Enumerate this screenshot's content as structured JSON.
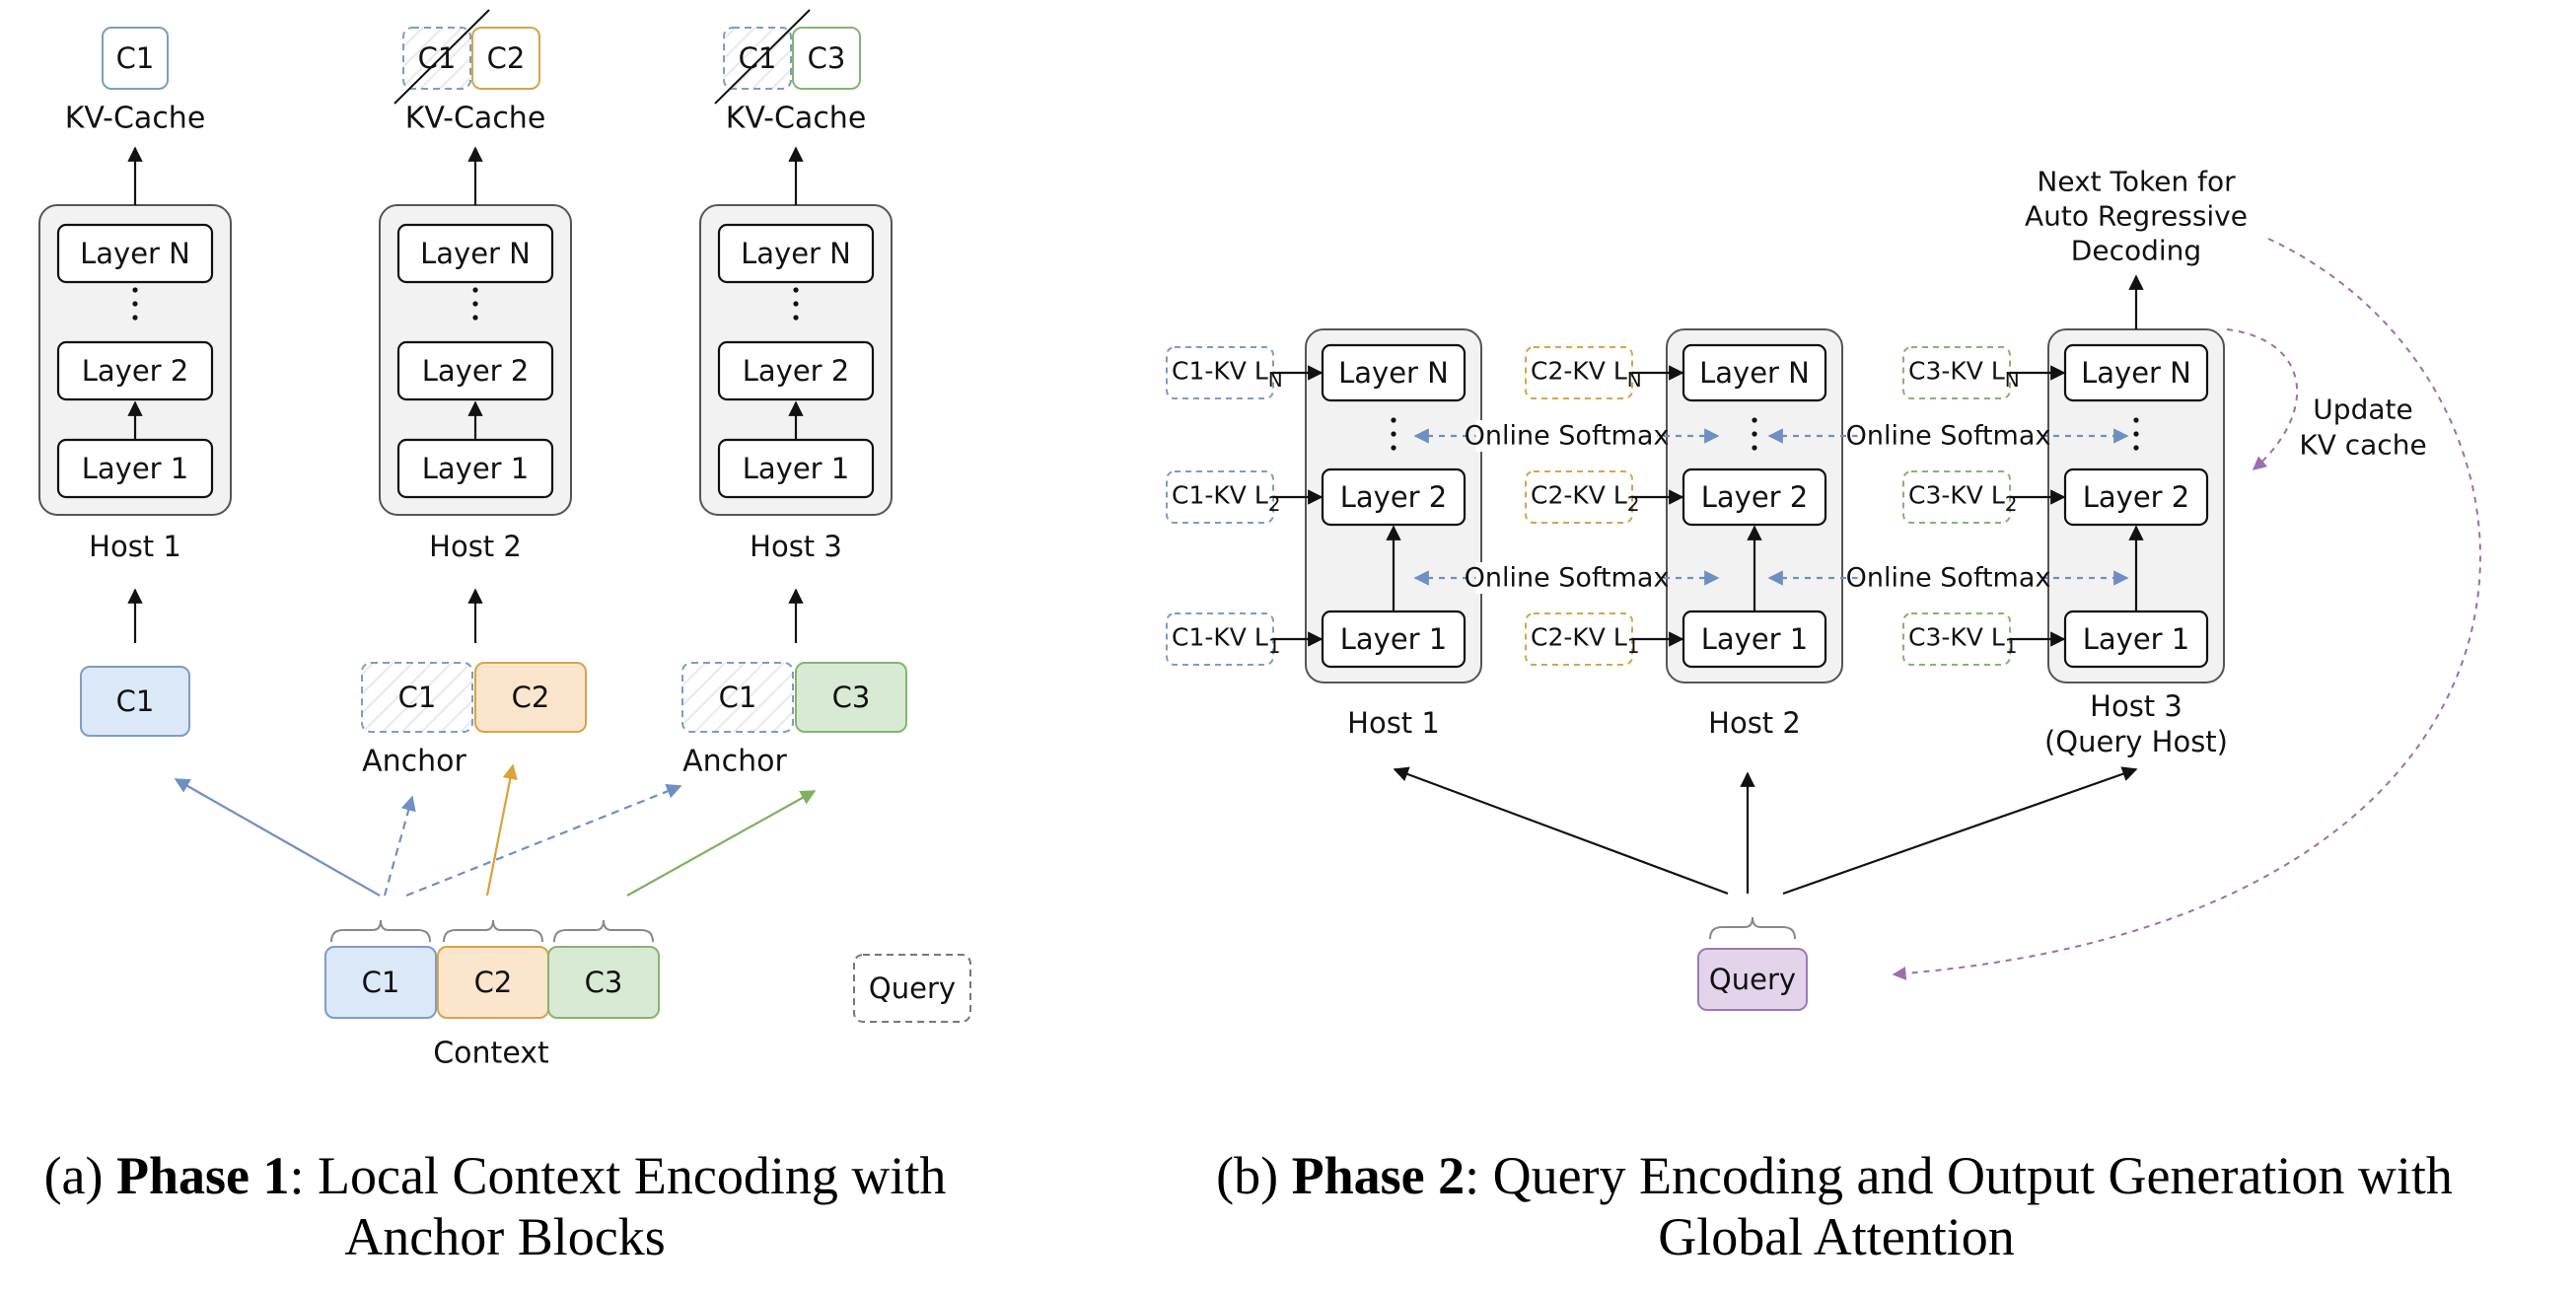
{
  "colors": {
    "c1_fill": "#dbe8f8",
    "c1_stroke": "#7d9cc7",
    "c2_fill": "#fbe5cc",
    "c2_stroke": "#d7a44a",
    "c3_fill": "#d8ead3",
    "c3_stroke": "#86b46f",
    "query_fill": "#e3d4ec",
    "query_stroke": "#9b7bb0",
    "softmax_text": "#6c3fd6"
  },
  "phase1": {
    "hosts": [
      {
        "name": "Host 1",
        "kv_label": "KV-Cache",
        "kv_blocks": [
          "C1"
        ],
        "input_blocks": [
          "C1"
        ],
        "anchor_label": ""
      },
      {
        "name": "Host 2",
        "kv_label": "KV-Cache",
        "kv_blocks": [
          "C1",
          "C2"
        ],
        "input_blocks": [
          "C1",
          "C2"
        ],
        "anchor_label": "Anchor"
      },
      {
        "name": "Host 3",
        "kv_label": "KV-Cache",
        "kv_blocks": [
          "C1",
          "C3"
        ],
        "input_blocks": [
          "C1",
          "C3"
        ],
        "anchor_label": "Anchor"
      }
    ],
    "layers": [
      "Layer N",
      "Layer 2",
      "Layer 1"
    ],
    "context_blocks": [
      "C1",
      "C2",
      "C3"
    ],
    "context_label": "Context",
    "query_label": "Query"
  },
  "phase2": {
    "hosts": [
      {
        "name": "Host 1",
        "subname": "",
        "kv": [
          "C1-KV L",
          "C1-KV L",
          "C1-KV L"
        ]
      },
      {
        "name": "Host 2",
        "subname": "",
        "kv": [
          "C2-KV L",
          "C2-KV L",
          "C2-KV L"
        ]
      },
      {
        "name": "Host 3",
        "subname": "(Query Host)",
        "kv": [
          "C3-KV L",
          "C3-KV L",
          "C3-KV L"
        ]
      }
    ],
    "kv_subscripts": [
      "N",
      "2",
      "1"
    ],
    "layers": [
      "Layer N",
      "Layer 2",
      "Layer 1"
    ],
    "online_softmax": "Online Softmax",
    "next_token": [
      "Next Token for",
      "Auto Regressive",
      "Decoding"
    ],
    "update": [
      "Update",
      "KV cache"
    ],
    "query_label": "Query"
  },
  "captions": {
    "a": {
      "prefix": "(a) ",
      "bold": "Phase 1",
      "rest1": ": Local Context Encoding with",
      "line2": "Anchor Blocks"
    },
    "b": {
      "prefix": "(b) ",
      "bold": "Phase 2",
      "rest1": ": Query Encoding and Output Generation with",
      "line2": "Global Attention"
    }
  }
}
